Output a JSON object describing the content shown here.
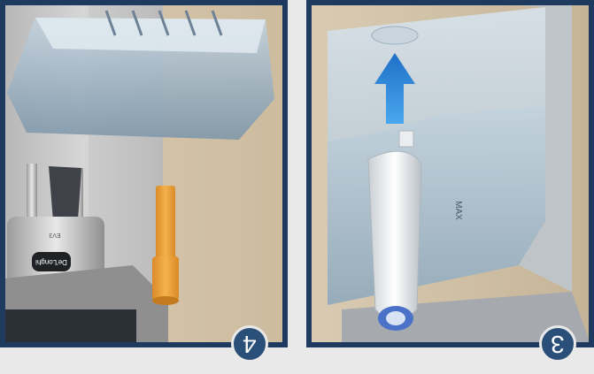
{
  "panels": [
    {
      "step_label": "4",
      "machine_brand": "De'Longhi",
      "machine_model": "EV3"
    },
    {
      "step_label": "3",
      "tank_level_label": "MAX"
    }
  ],
  "colors": {
    "panel_border": "#1e3a5f",
    "background": "#e9e9e9",
    "badge": "#2a4f79",
    "tube_orange": "#f0a23c",
    "arrow_blue": "#2b8ad6",
    "filter_button_blue": "#4a72c8"
  }
}
